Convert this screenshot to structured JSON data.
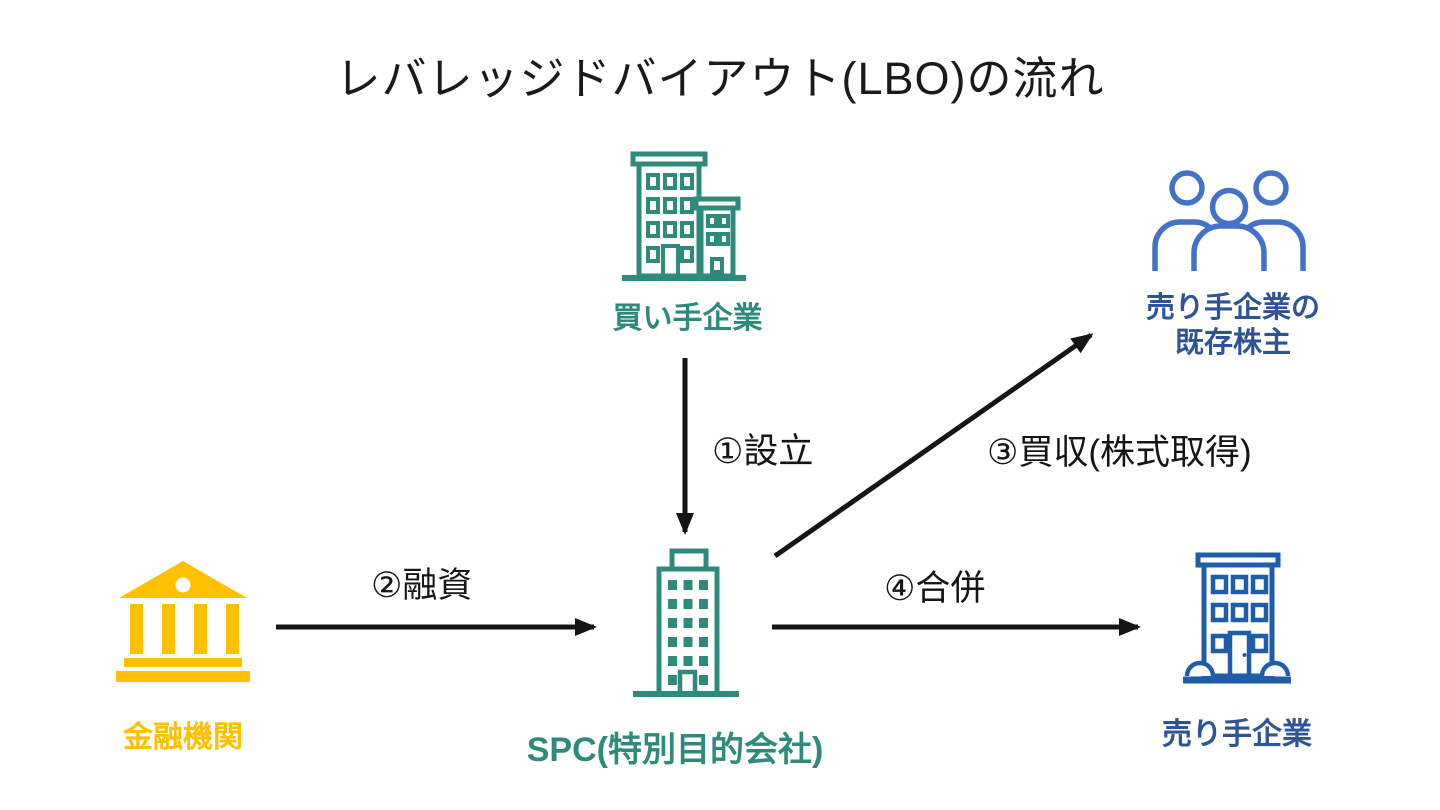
{
  "title": "レバレッジドバイアウト(LBO)の流れ",
  "colors": {
    "teal": "#2E8B7C",
    "gold": "#FFC000",
    "blue": "#4472C4",
    "blue_dark": "#1F5CA9",
    "navy": "#2F5496",
    "ink": "#151515"
  },
  "nodes": {
    "buyer": {
      "label": "買い手企業",
      "icon": "office-buildings-icon"
    },
    "shareholders": {
      "label_line1": "売り手企業の",
      "label_line2": "既存株主",
      "icon": "people-group-icon"
    },
    "bank": {
      "label": "金融機関",
      "icon": "bank-icon"
    },
    "spc": {
      "label": "SPC(特別目的会社)",
      "icon": "tall-building-icon"
    },
    "seller": {
      "label": "売り手企業",
      "icon": "building-icon"
    }
  },
  "arrows": {
    "establish": {
      "label": "①設立",
      "from": "buyer",
      "to": "spc",
      "direction": "down"
    },
    "loan": {
      "label": "②融資",
      "from": "bank",
      "to": "spc",
      "direction": "right"
    },
    "acquisition": {
      "label": "③買収(株式取得)",
      "from": "spc",
      "to": "shareholders",
      "direction": "up-right"
    },
    "merger": {
      "label": "④合併",
      "from": "spc",
      "to": "seller",
      "direction": "right"
    }
  }
}
